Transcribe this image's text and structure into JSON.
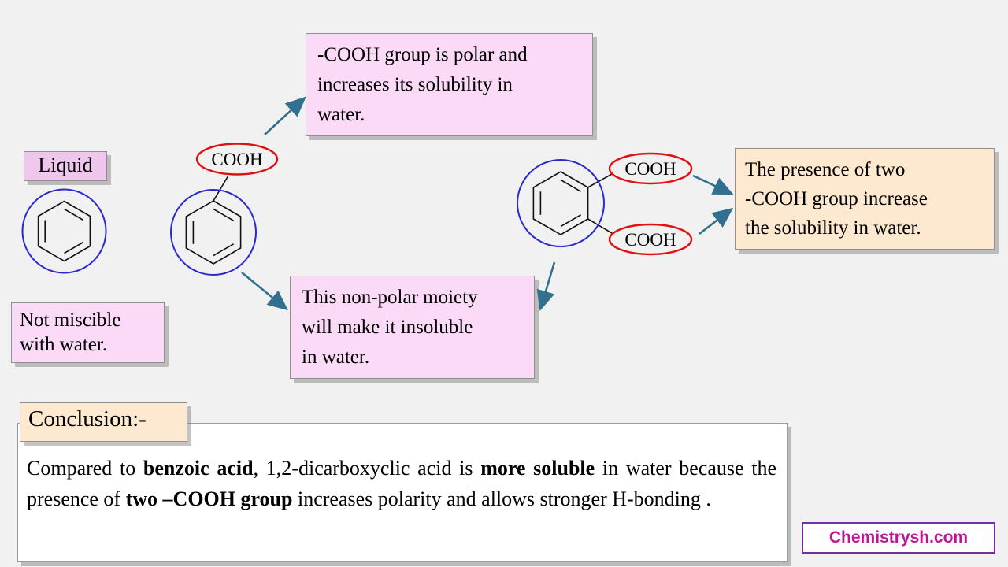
{
  "colors": {
    "background": "#f1f1f1",
    "pink_box": "#fbdaf7",
    "liquid_box": "#efc6ed",
    "tan_box": "#fde8d0",
    "arrow": "#31708f",
    "benzene_circle": "#2a2ace",
    "cooh_circle": "#e01010",
    "brand_text": "#c01493",
    "brand_border": "#7030a0"
  },
  "labels": {
    "liquid": "Liquid",
    "cooh": "COOH",
    "not_miscible": "Not miscible\nwith water."
  },
  "callouts": {
    "polar": "-COOH group is polar and\nincreases its solubility  in\nwater.",
    "nonpolar": "This non-polar moiety\nwill make it insoluble\nin water.",
    "two_cooh": "The presence of two\n -COOH group increase\nthe solubility in water."
  },
  "conclusion": {
    "label": "Conclusion:-",
    "segments": [
      {
        "text": "Compared to ",
        "bold": false
      },
      {
        "text": "benzoic acid",
        "bold": true
      },
      {
        "text": ", 1,2-dicarboxyclic acid is ",
        "bold": false
      },
      {
        "text": "more soluble",
        "bold": true
      },
      {
        "text": " in water because the presence of ",
        "bold": false
      },
      {
        "text": "two –COOH group",
        "bold": true
      },
      {
        "text": " increases polarity and allows stronger H-bonding .",
        "bold": false
      }
    ]
  },
  "footer": {
    "brand": "Chemistrysh.com"
  }
}
